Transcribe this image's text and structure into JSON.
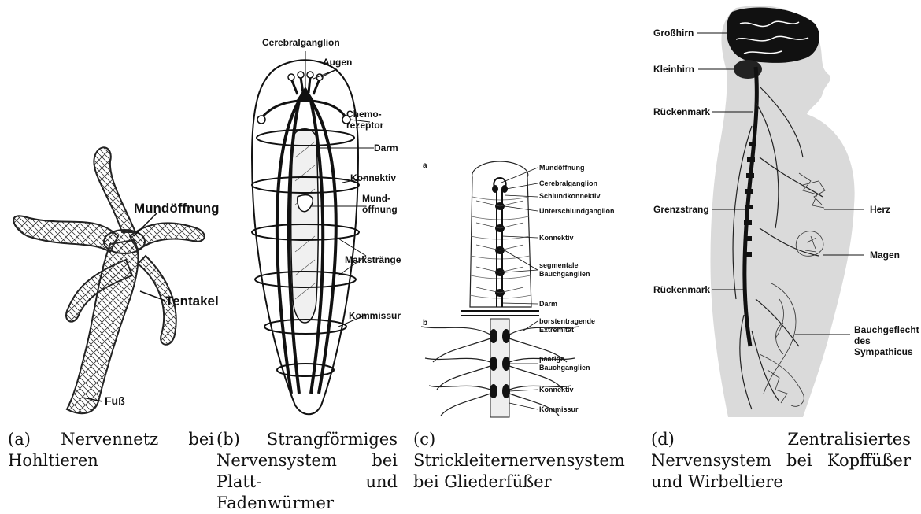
{
  "panels": [
    {
      "id": "a",
      "labels": {
        "mouth": "Mundöffnung",
        "tentacle": "Tentakel",
        "foot": "Fuß"
      },
      "caption": {
        "letter": "(a)",
        "text": "Nervennetz bei Hohltieren"
      }
    },
    {
      "id": "b",
      "labels": {
        "cerebral": "Cerebralganglion",
        "eyes": "Augen",
        "chemo1": "Chemo-",
        "chemo2": "rezeptor",
        "gut": "Darm",
        "connective": "Konnektiv",
        "mouth1": "Mund-",
        "mouth2": "öffnung",
        "cords": "Markstränge",
        "commissure": "Kommissur"
      },
      "caption": {
        "letter": "(b)",
        "text": "Strangförmiges Nervensystem bei Platt- und Fadenwürmer"
      }
    },
    {
      "id": "c",
      "labels": {
        "a": "a",
        "b": "b",
        "mouth": "Mundöffnung",
        "cerebral": "Cerebralganglion",
        "pharynx": "Schlundkonnektiv",
        "subpharynx": "Unterschlundganglion",
        "connective": "Konnektiv",
        "segmental1": "segmentale",
        "segmental2": "Bauchganglien",
        "gut": "Darm",
        "bristle1": "borstentragende",
        "bristle2": "Extremität",
        "paired1": "paarige",
        "paired2": "Bauchganglien",
        "connective2": "Konnektiv",
        "commissure": "Kommissur"
      },
      "caption": {
        "letter": "(c)",
        "text": "Strickleiternervensystem bei Gliederfüßer"
      }
    },
    {
      "id": "d",
      "labels": {
        "cerebrum": "Großhirn",
        "cerebellum": "Kleinhirn",
        "spinal": "Rückenmark",
        "sympathetic_trunk": "Grenzstrang",
        "heart": "Herz",
        "stomach": "Magen",
        "spinal2": "Rückenmark",
        "plexus1": "Bauchgeflecht",
        "plexus2": "des",
        "plexus3": "Sympathicus"
      },
      "caption": {
        "letter": "(d)",
        "text": "Zentralisiertes Nervensystem bei Kopffüßer und Wirbeltiere"
      }
    }
  ]
}
